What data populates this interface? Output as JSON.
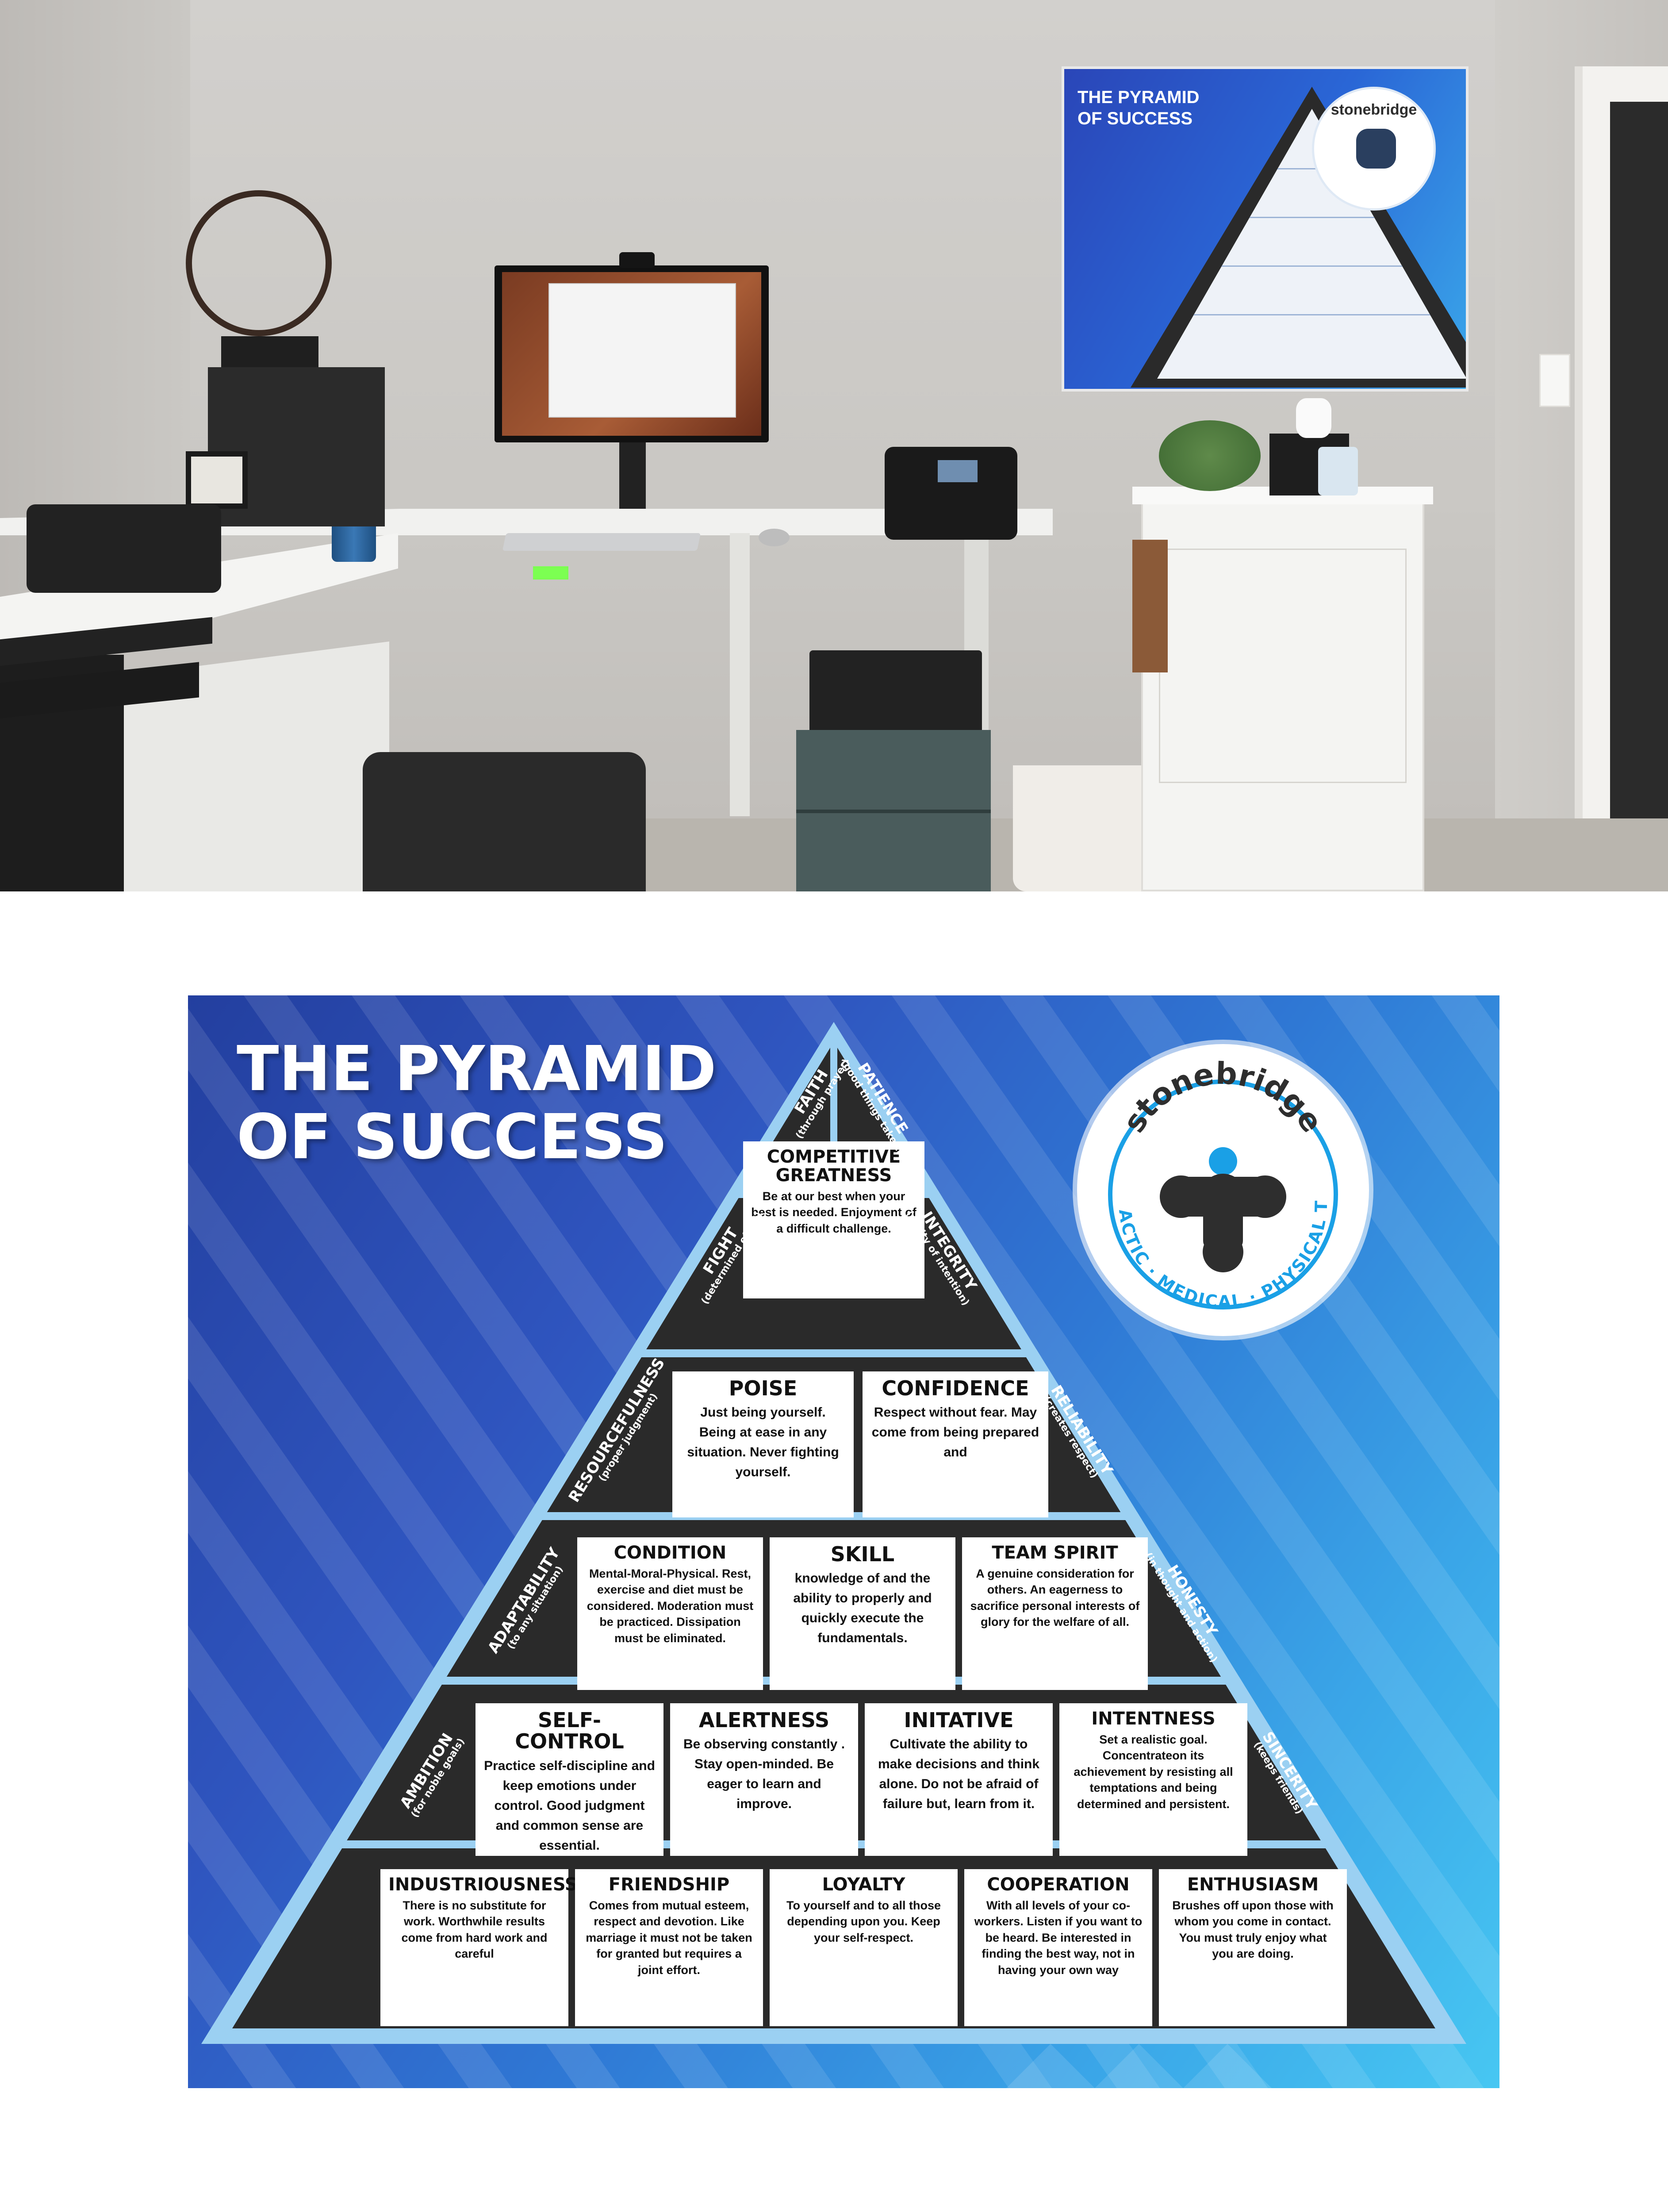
{
  "poster": {
    "title_line1": "THE PYRAMID",
    "title_line2": "OF SUCCESS",
    "colors": {
      "background_dark": "#233f9f",
      "background_light": "#47c7f2",
      "frame": "#9bd0f2",
      "triangles": "#2a2a2a",
      "block": "#ffffff",
      "logo_blue": "#1aa0e6",
      "logo_dark": "#2e2e2e"
    },
    "logo": {
      "brand": "stonebridge",
      "ring_text": "CHIROPRACTIC · MEDICAL · PHYSICAL THERAPY"
    },
    "blocks": [
      {
        "title": "COMPETITIVE GREATNESS",
        "text": "Be at our best when your best is needed. Enjoyment of a difficult challenge."
      },
      {
        "title": "POISE",
        "text": "Just being yourself. Being at ease in any situation. Never fighting yourself."
      },
      {
        "title": "CONFIDENCE",
        "text": "Respect without fear. May come from being prepared and"
      },
      {
        "title": "CONDITION",
        "text": "Mental-Moral-Physical. Rest, exercise and diet must be considered. Moderation must be practiced. Dissipation must be eliminated."
      },
      {
        "title": "SKILL",
        "text": "knowledge of and the ability to properly and quickly execute the fundamentals."
      },
      {
        "title": "TEAM SPIRIT",
        "text": "A genuine consideration for others. An eagerness to sacrifice personal interests of glory for the welfare of all."
      },
      {
        "title": "SELF-CONTROL",
        "text": "Practice self-discipline and keep emotions under control. Good judgment and common sense are essential."
      },
      {
        "title": "ALERTNESS",
        "text": "Be observing constantly . Stay open-minded. Be eager to learn and improve."
      },
      {
        "title": "INITATIVE",
        "text": "Cultivate the ability to make decisions and think alone. Do not be afraid of failure but, learn from it."
      },
      {
        "title": "INTENTNESS",
        "text": "Set a realistic goal. Concentrateon its achievement by resisting all temptations and being determined and persistent."
      },
      {
        "title": "INDUSTRIOUSNESS",
        "text": "There is no substitute for work. Worthwhile results come from hard work and careful"
      },
      {
        "title": "FRIENDSHIP",
        "text": "Comes from mutual esteem, respect and devotion. Like marriage it must not be taken for granted but requires a joint effort."
      },
      {
        "title": "LOYALTY",
        "text": "To yourself and to all those depending upon you. Keep your self-respect."
      },
      {
        "title": "COOPERATION",
        "text": "With all levels of your co-workers. Listen if you want to be heard. Be interested in finding the best way, not in having your own way"
      },
      {
        "title": "ENTHUSIASM",
        "text": "Brushes off upon those with whom you come in contact. You must truly enjoy what you are doing."
      }
    ],
    "side_labels": [
      {
        "main": "FAITH",
        "sub": "(through prayer)"
      },
      {
        "main": "PATIENCE",
        "sub": "(good things take time)"
      },
      {
        "main": "FIGHT",
        "sub": "(determined effort)"
      },
      {
        "main": "INTEGRITY",
        "sub": "(purity of intention)"
      },
      {
        "main": "RESOURCEFULNESS",
        "sub": "(proper judgment)"
      },
      {
        "main": "RELIABILITY",
        "sub": "(creates respect)"
      },
      {
        "main": "ADAPTABILITY",
        "sub": "(to any situation)"
      },
      {
        "main": "HONESTY",
        "sub": "(in thought and action)"
      },
      {
        "main": "AMBITION",
        "sub": "(for noble goals)"
      },
      {
        "main": "SINCERITY",
        "sub": "(keeps friends)"
      }
    ]
  },
  "photo": {
    "poster_title_line1": "THE PYRAMID",
    "poster_title_line2": "OF SUCCESS",
    "poster_brand": "stonebridge"
  }
}
